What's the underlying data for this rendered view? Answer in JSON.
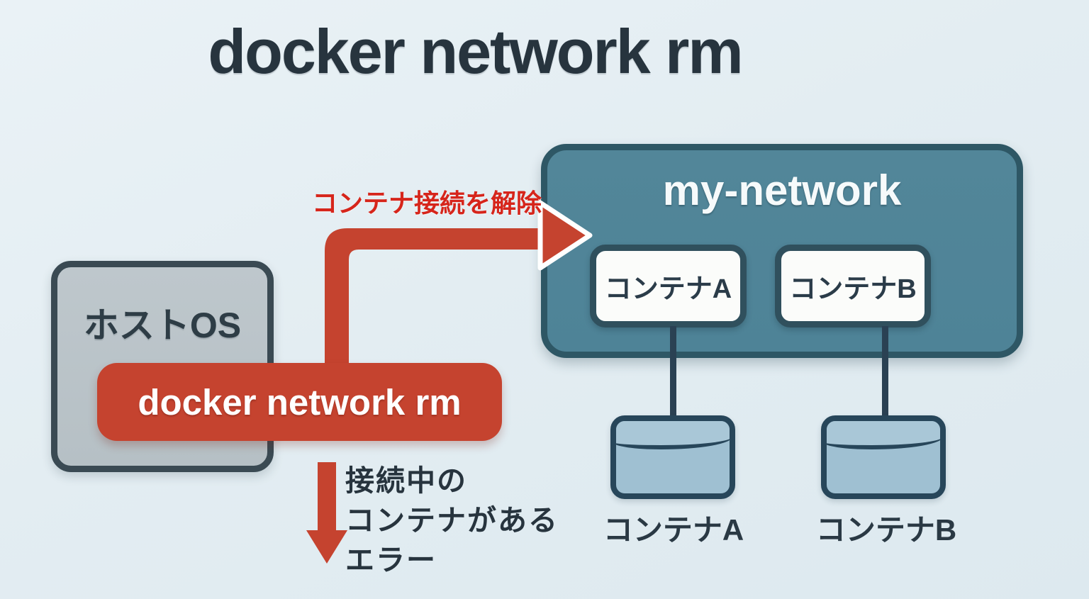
{
  "title": "docker network rm",
  "host": {
    "label": "ホストOS"
  },
  "banner": {
    "label": "docker network rm"
  },
  "arrow": {
    "label": "コンテナ接続を解除"
  },
  "network": {
    "label": "my-network",
    "containers": [
      "コンテナA",
      "コンテナB"
    ]
  },
  "external_containers": [
    "コンテナA",
    "コンテナB"
  ],
  "error_note": {
    "lines": [
      "接続中の",
      "コンテナがある",
      "エラー"
    ]
  },
  "icons": {
    "disconnect_arrow": "elbow-arrow-right-icon",
    "error_arrow": "arrow-down-icon"
  },
  "colors": {
    "background": "#e3edf2",
    "ink": "#27343e",
    "red": "#c5432f",
    "red_text": "#d6251b",
    "teal_fill": "#4e8397",
    "teal_border": "#2e5765",
    "gray_fill": "#b6c0c5",
    "gray_border": "#3a4a53",
    "white_box": "#fbfcfa",
    "white_box_border": "#30505d",
    "container_fill": "#9fc0d2",
    "container_lid": "#a9c7d7",
    "container_border": "#27465a",
    "line": "#2a4153"
  }
}
